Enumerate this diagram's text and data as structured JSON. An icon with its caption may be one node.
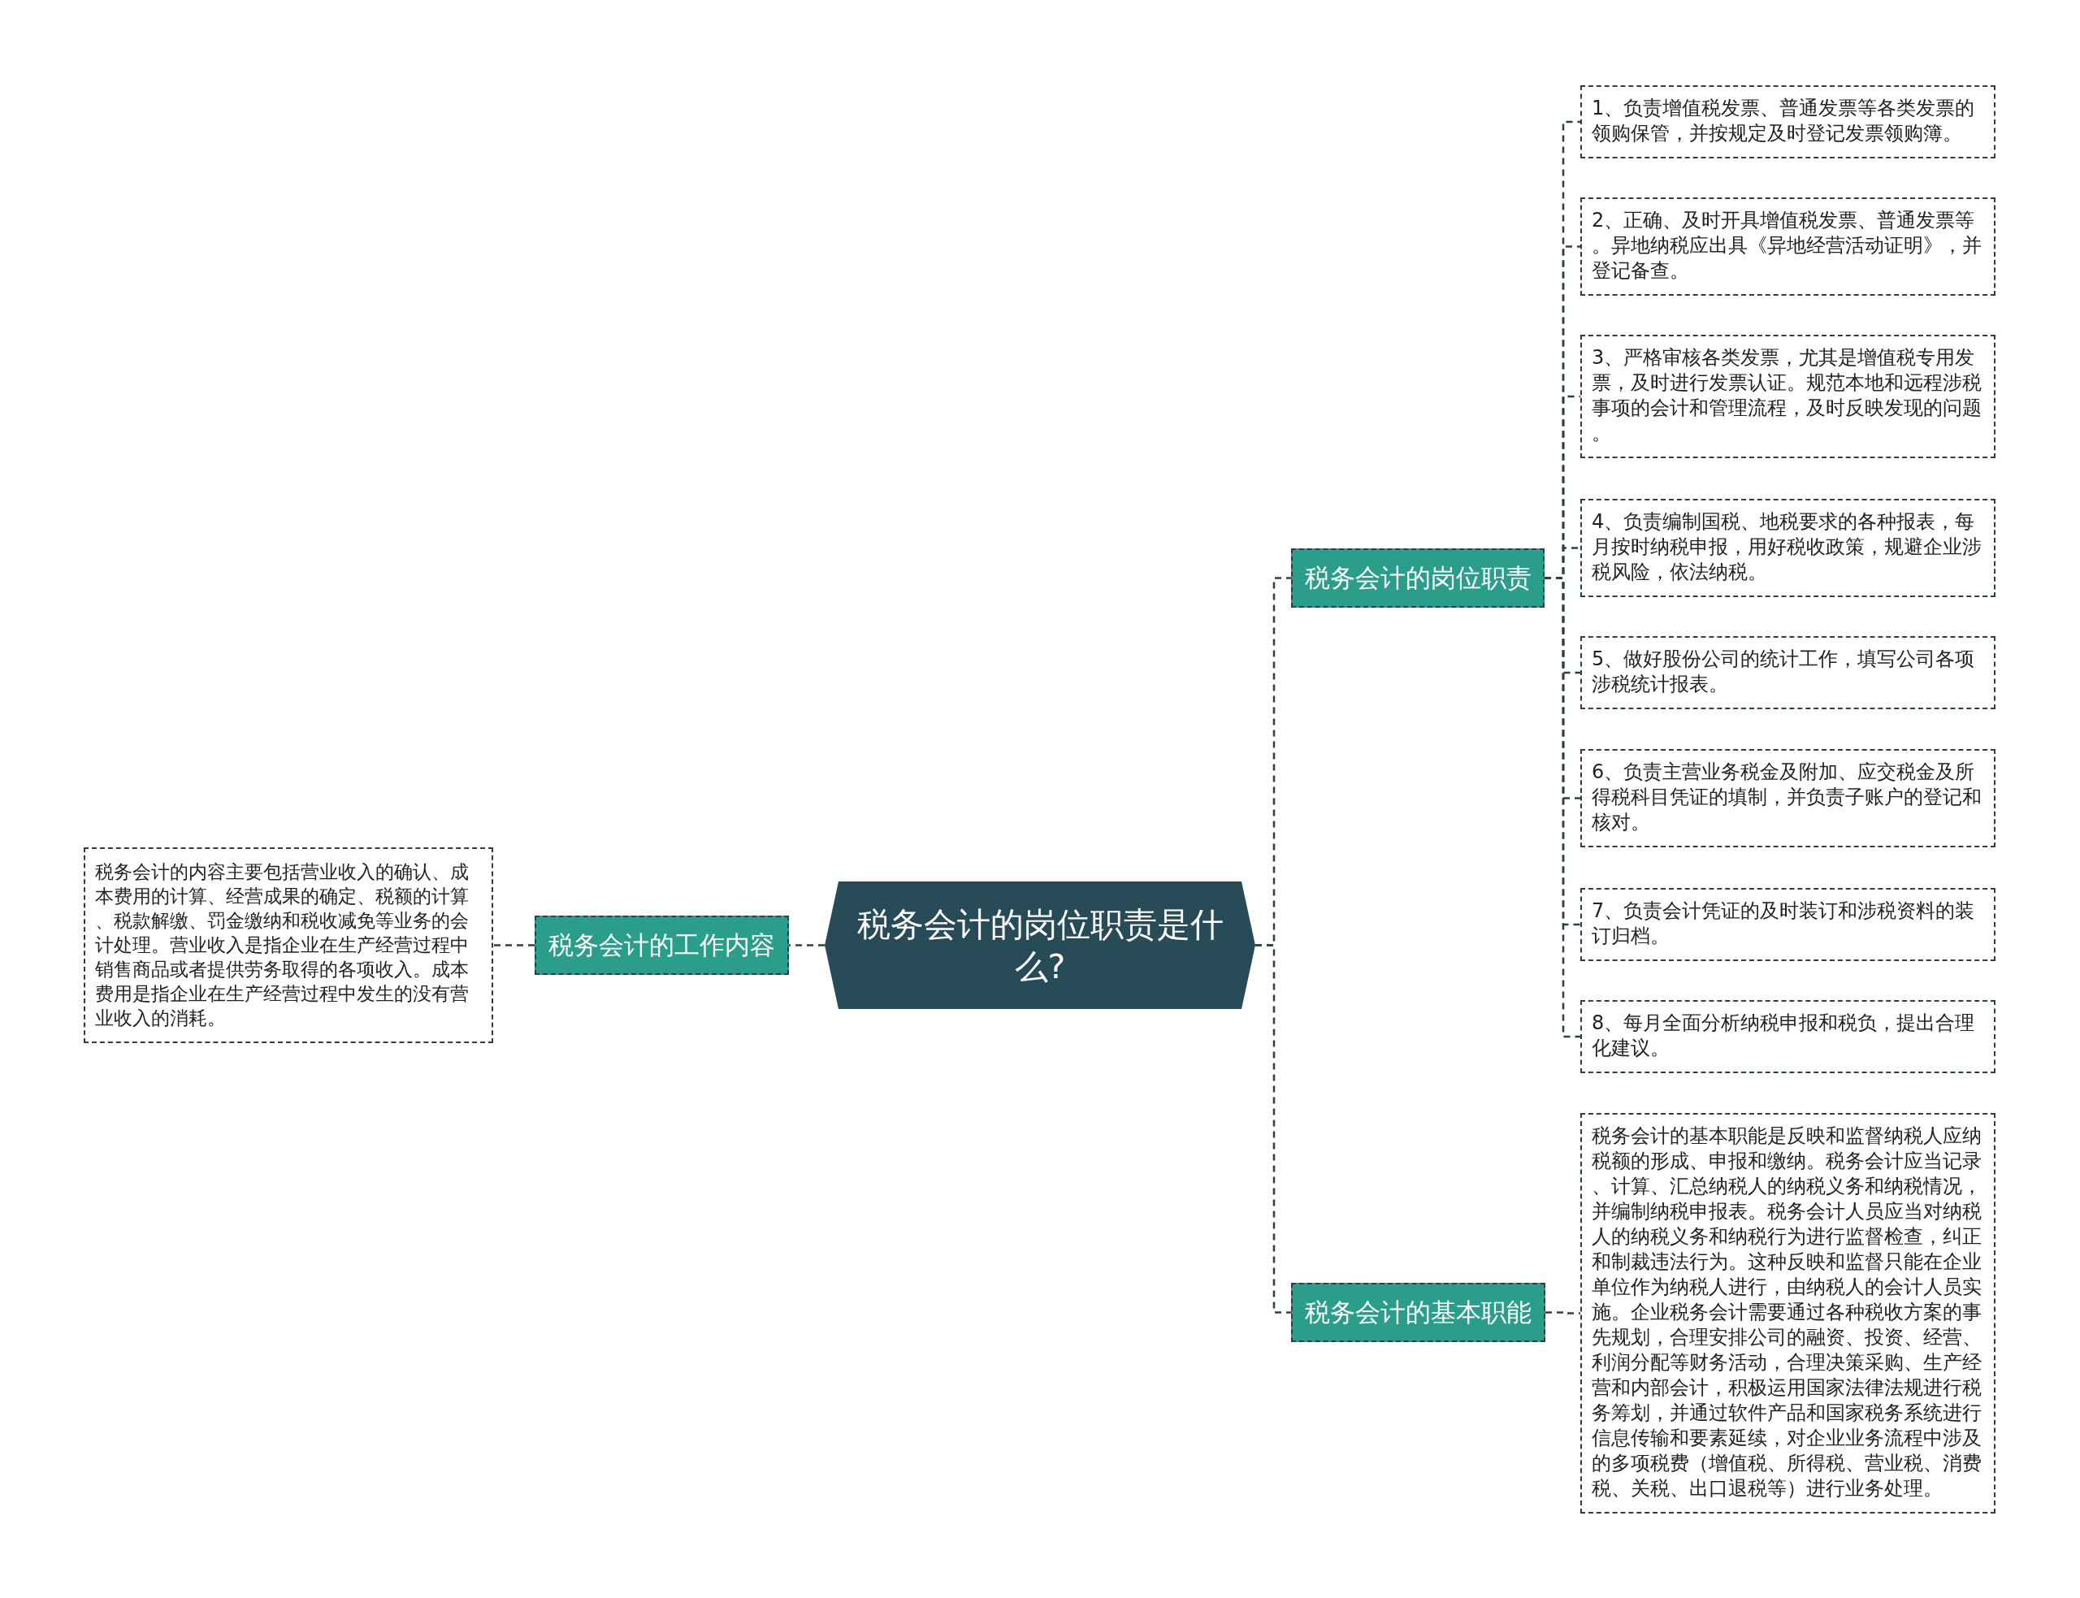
{
  "diagram": {
    "nodes": [
      {
        "text": [
          "税务会计的岗位职责是什么?"
        ]
      },
      {
        "text": [
          "税务会计的工作内容"
        ]
      },
      {
        "text": [
          "税务会计的内容主要包括营业收入的确认、成本费用的计算、经营成果的确定、税额的计算、税款解缴、罚金缴纳和税收减免等业务的会计处理。营业收入是指企业在生产经营过程中销售商品或者提供劳务取得的各项收入。成本费用是指企业在生产经营过程中发生的没有营业收入的消耗。"
        ]
      },
      {
        "text": [
          "税务会计的岗位职责"
        ]
      },
      {
        "text": [
          "1、负责增值税发票、普通发票等各类发票的领购保管，并按规定及时登记发票领购簿。"
        ]
      },
      {
        "text": [
          "2、正确、及时开具增值税发票、普通发票等。异地纳税应出具《异地经营活动证明》，并登记备查。"
        ]
      },
      {
        "text": [
          "3、严格审核各类发票，尤其是增值税专用发票，及时进行发票认证。规范本地和远程涉税事项的会计和管理流程，及时反映发现的问题。"
        ]
      },
      {
        "text": [
          "4、负责编制国税、地税要求的各种报表，每月按时纳税申报，用好税收政策，规避企业涉税风险，依法纳税。"
        ]
      },
      {
        "text": [
          "5、做好股份公司的统计工作，填写公司各项涉税统计报表。"
        ]
      },
      {
        "text": [
          "6、负责主营业务税金及附加、应交税金及所得税科目凭证的填制，并负责子账户的登记和核对。"
        ]
      },
      {
        "text": [
          "7、负责会计凭证的及时装订和涉税资料的装订归档。"
        ]
      },
      {
        "text": [
          "8、每月全面分析纳税申报和税负，提出合理化建议。"
        ]
      },
      {
        "text": [
          "税务会计的基本职能"
        ]
      },
      {
        "text": [
          "税务会计的基本职能是反映和监督纳税人应纳税额的形成、申报和缴纳。税务会计应当记录、计算、汇总纳税人的纳税义务和纳税情况，并编制纳税申报表。税务会计人员应当对纳税人的纳税义务和纳税行为进行监督检查，纠正和制裁违法行为。这种反映和监督只能在企业单位作为纳税人进行，由纳税人的会计人员实施。企业税务会计需要通过各种税收方案的事先规划，合理安排公司的融资、投资、经营、利润分配等财务活动，合理决策采购、生产经营和内部会计，积极运用国家法律法规进行税务筹划，并通过软件产品和国家税务系统进行信息传输和要素延续，对企业业务流程中涉及的多项税费（增值税、所得税、营业税、消费税、关税、出口退税等）进行业务处理。"
        ]
      }
    ],
    "edges": [
      {
        "from": 0,
        "to": 1,
        "arrow": "none"
      },
      {
        "from": 1,
        "to": 2,
        "arrow": "none"
      },
      {
        "from": 0,
        "to": 3,
        "arrow": "none"
      },
      {
        "from": 3,
        "to": 4,
        "arrow": "none"
      },
      {
        "from": 3,
        "to": 5,
        "arrow": "none"
      },
      {
        "from": 3,
        "to": 6,
        "arrow": "none"
      },
      {
        "from": 3,
        "to": 7,
        "arrow": "none"
      },
      {
        "from": 3,
        "to": 8,
        "arrow": "none"
      },
      {
        "from": 3,
        "to": 9,
        "arrow": "none"
      },
      {
        "from": 3,
        "to": 10,
        "arrow": "none"
      },
      {
        "from": 3,
        "to": 11,
        "arrow": "none"
      },
      {
        "from": 0,
        "to": 12,
        "arrow": "none"
      },
      {
        "from": 12,
        "to": 13,
        "arrow": "none"
      }
    ]
  }
}
